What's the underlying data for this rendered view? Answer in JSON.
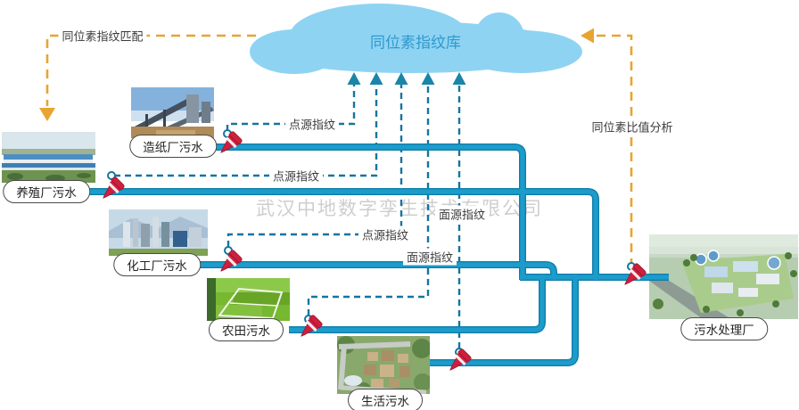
{
  "watermark": "武汉中地数字孪生技术有限公司",
  "cloud": {
    "title": "同位素指纹库"
  },
  "annotations": {
    "match": "同位素指纹匹配",
    "ratio": "同位素比值分析"
  },
  "sources": [
    {
      "label": "造纸厂污水",
      "line_label": "点源指纹"
    },
    {
      "label": "养殖厂污水",
      "line_label": "点源指纹"
    },
    {
      "label": "化工厂污水",
      "line_label": "点源指纹"
    },
    {
      "label": "农田污水",
      "line_label": "面源指纹"
    },
    {
      "label": "生活污水",
      "line_label": "面源指纹"
    }
  ],
  "plant": {
    "label": "污水处理厂"
  },
  "colors": {
    "pipe": "#1D9CCC",
    "pipe_edge": "#0F7FA8",
    "dash_teal": "#15759E",
    "arrowhead_teal": "#1A85A8",
    "cloud": "#8FD3F3",
    "cloud_text": "#2E9ACD",
    "orange": "#E8A430",
    "dropper_red": "#CE1F3C",
    "watermark": "#C3C3C3"
  }
}
